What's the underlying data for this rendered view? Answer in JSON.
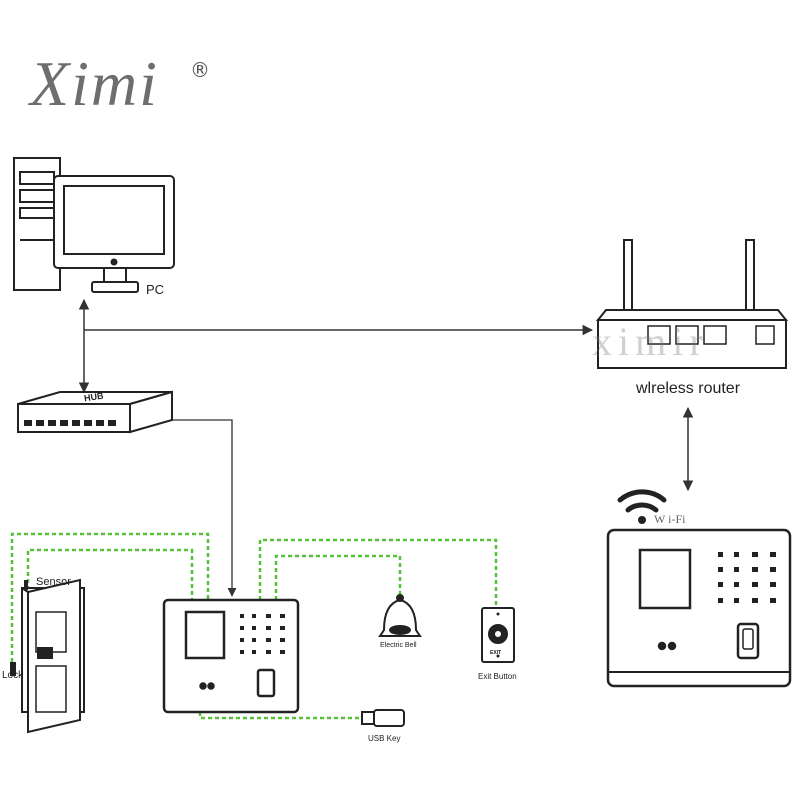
{
  "logo": {
    "text": "Ximi",
    "registered": "®"
  },
  "watermark": "ximir",
  "labels": {
    "pc": "PC",
    "hub": "HUB",
    "router": "wlreless router",
    "wifi": "W i-Fi",
    "sensor": "Sensor",
    "lock": "Lock",
    "bell": "Electric Bell",
    "exit_button": "Exit Button",
    "exit_plate": "EXIT",
    "usb": "USB Key"
  },
  "colors": {
    "line": "#333333",
    "dashed": "#55c23a",
    "device": "#222222"
  },
  "icons": [
    "computer-icon",
    "hub-icon",
    "router-icon",
    "wifi-icon",
    "door-icon",
    "terminal-icon",
    "bell-icon",
    "exit-button-icon",
    "usb-key-icon"
  ]
}
